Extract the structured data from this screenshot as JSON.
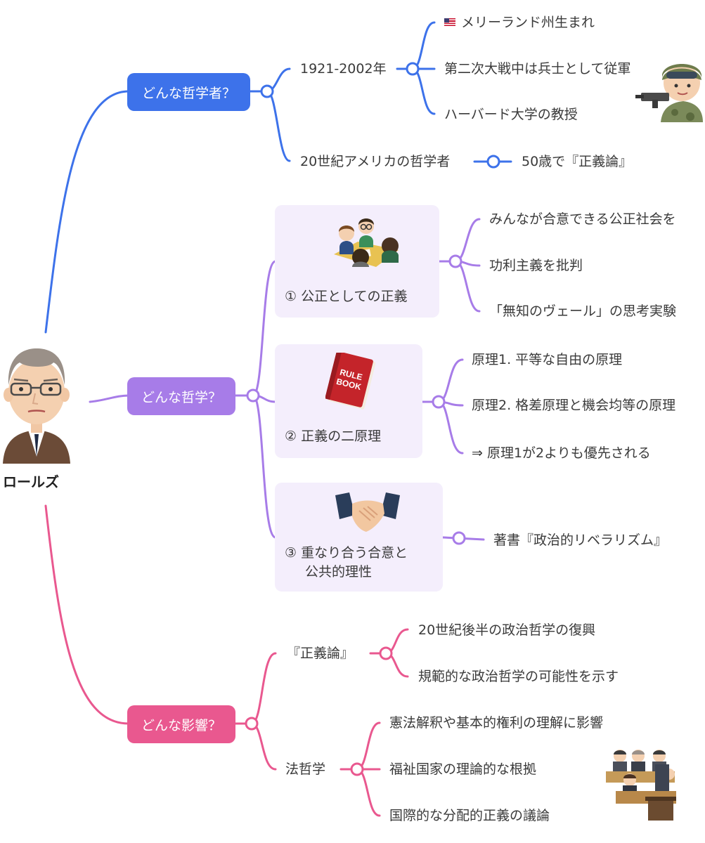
{
  "root": {
    "name": "ロールズ"
  },
  "colors": {
    "blue": "#3d72ea",
    "purple": "#a77ce8",
    "pink": "#e9588f",
    "card_bg": "#f4eefc"
  },
  "branches": [
    {
      "label": "どんな哲学者？",
      "children": [
        {
          "label": "1921-2002年",
          "children": [
            {
              "label": "メリーランド州生まれ",
              "icon": "us-flag-icon"
            },
            {
              "label": "第二次大戦中は兵士として従軍"
            },
            {
              "label": "ハーバード大学の教授"
            }
          ]
        },
        {
          "label": "20世紀アメリカの哲学者",
          "children": [
            {
              "label": "50歳で『正義論』"
            }
          ]
        }
      ]
    },
    {
      "label": "どんな哲学？",
      "children": [
        {
          "label": "① 公正としての正義",
          "children": [
            {
              "label": "みんなが合意できる公正社会を"
            },
            {
              "label": "功利主義を批判"
            },
            {
              "label": "「無知のヴェール」の思考実験"
            }
          ]
        },
        {
          "label": "② 正義の二原理",
          "book_text": [
            "RULE",
            "BOOK"
          ],
          "children": [
            {
              "label": "原理1. 平等な自由の原理"
            },
            {
              "label": "原理2. 格差原理と機会均等の原理"
            },
            {
              "label": "⇒ 原理1が2よりも優先される"
            }
          ]
        },
        {
          "label_lines": [
            "③ 重なり合う合意と",
            "公共的理性"
          ],
          "children": [
            {
              "label": "著書『政治的リベラリズム』"
            }
          ]
        }
      ]
    },
    {
      "label": "どんな影響？",
      "children": [
        {
          "label": "『正義論』",
          "children": [
            {
              "label": "20世紀後半の政治哲学の復興"
            },
            {
              "label": "規範的な政治哲学の可能性を示す"
            }
          ]
        },
        {
          "label": "法哲学",
          "children": [
            {
              "label": "憲法解釈や基本的権利の理解に影響"
            },
            {
              "label": "福祉国家の理論的な根拠"
            },
            {
              "label": "国際的な分配的正義の議論"
            }
          ]
        }
      ]
    }
  ]
}
